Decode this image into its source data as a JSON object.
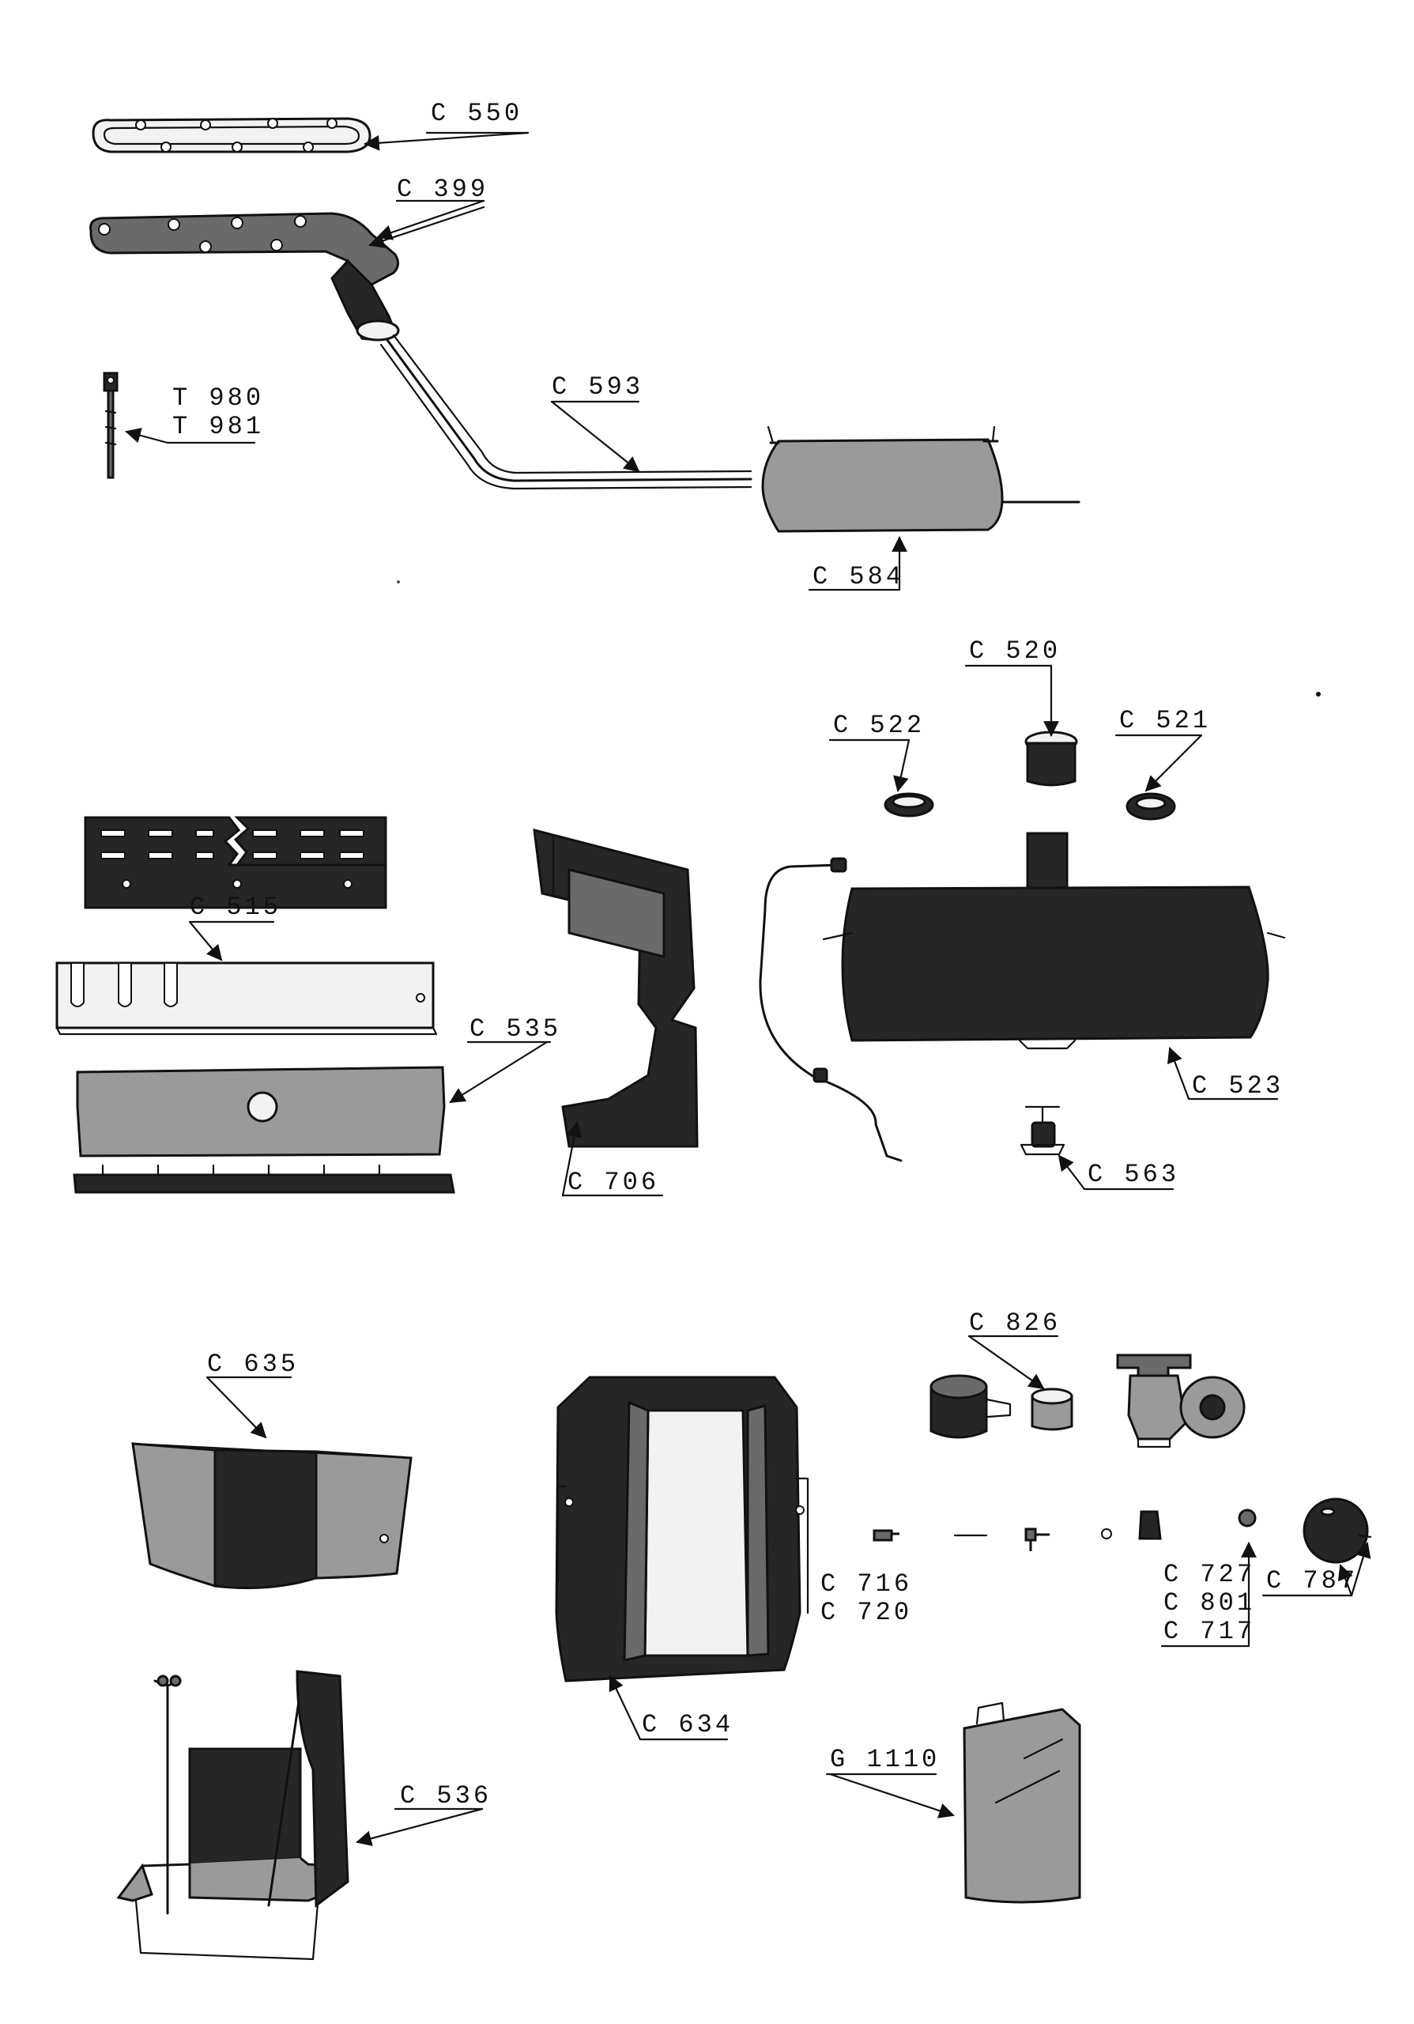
{
  "diagram": {
    "labels": {
      "c550": "C 550",
      "c399": "C 399",
      "t980": "T 980",
      "t981": "T 981",
      "c593": "C 593",
      "c584": "C 584",
      "c520": "C 520",
      "c522": "C 522",
      "c521": "C 521",
      "c515": "C 515",
      "c535": "C 535",
      "c706": "C 706",
      "c523": "C 523",
      "c563": "C 563",
      "c826": "C 826",
      "c635": "C 635",
      "c716": "C 716",
      "c720": "C 720",
      "c727": "C 727",
      "c801": "C 801",
      "c717": "C 717",
      "c787": "C 787",
      "c634": "C 634",
      "c536": "C 536",
      "g1110": "G 1110"
    }
  }
}
